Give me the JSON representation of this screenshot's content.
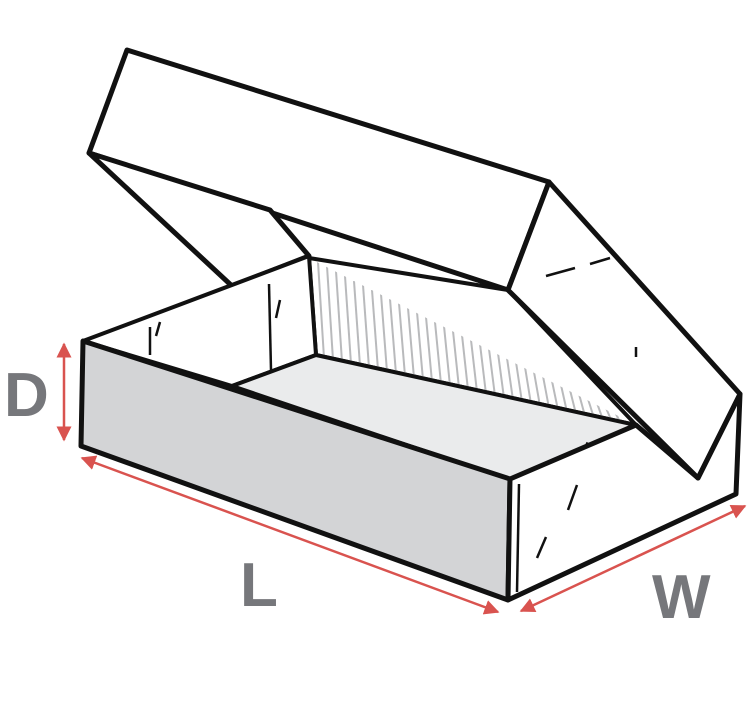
{
  "labels": {
    "depth": "D",
    "length": "L",
    "width": "W"
  },
  "colors": {
    "outline": "#111111",
    "front_panel": "#d3d4d6",
    "floor": "#eaebec",
    "stripes": "#b9babc",
    "dimension_arrows": "#d9534f",
    "label_text": "#76777b"
  }
}
